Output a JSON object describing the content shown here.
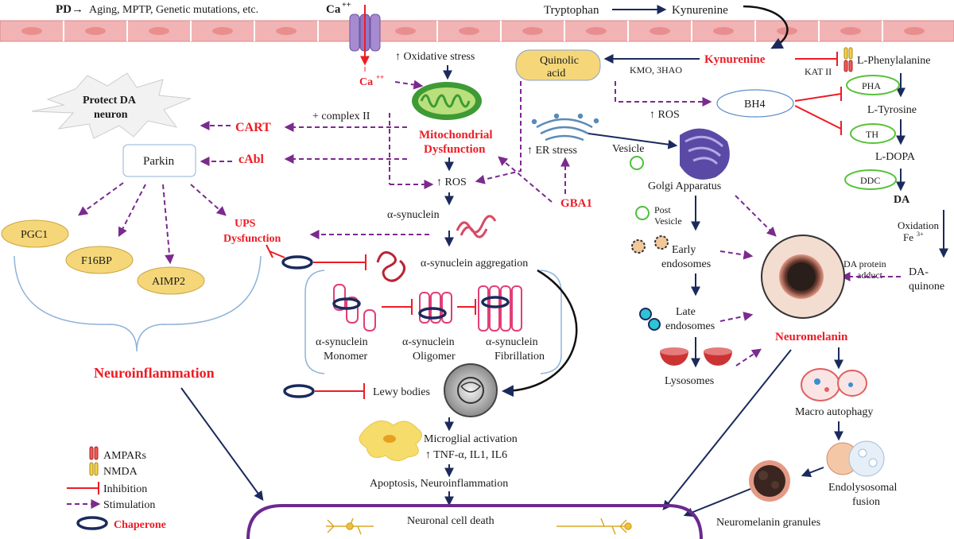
{
  "top": {
    "pd_prefix": "PD→",
    "pd_causes": "Aging, MPTP, Genetic mutations, etc.",
    "ca_top": "Ca",
    "ca_top_sup": "++",
    "tryptophan": "Tryptophan",
    "kynurenine_top": "Kynurenine"
  },
  "upper": {
    "oxidative_stress": "↑ Oxidative stress",
    "quinolic_line1": "Quinolic",
    "quinolic_line2": "acid",
    "kmo": "KMO, 3HAO",
    "kynurenine": "Kynurenine",
    "kat": "KAT II",
    "ca": "Ca",
    "ca_sup": "++",
    "protect_line1": "Protect DA",
    "protect_line2": "neuron",
    "complex2": "+ complex II",
    "cart": "CART",
    "cabl": "cAbl",
    "mito_line1": "Mitochondrial",
    "mito_line2": "Dysfunction",
    "ros_center": "↑ ROS",
    "ros_upper": "↑ ROS",
    "er_stress": "↑ ER stress",
    "vesicle": "Vesicle",
    "gba1": "GBA1",
    "parkin": "Parkin",
    "bh4": "BH4"
  },
  "dopamine": {
    "lphe": "L-Phenylalanine",
    "pha": "PHA",
    "ltyr": "L-Tyrosine",
    "th": "TH",
    "ldopa": "L-DOPA",
    "ddc": "DDC",
    "da": "DA",
    "oxidation": "Oxidation",
    "fe": "Fe",
    "fe_sup": "3+",
    "da_quinone_line1": "DA-",
    "da_quinone_line2": "quinone",
    "adduct_line1": "DA protein",
    "adduct_line2": "adduct"
  },
  "left": {
    "pgc1": "PGC1",
    "f16bp": "F16BP",
    "aimp2": "AIMP2",
    "ups_line1": "UPS",
    "ups_line2": "Dysfunction",
    "neuroinflammation": "Neuroinflammation"
  },
  "center": {
    "asyn": "α-synuclein",
    "aggregation": "α-synuclein aggregation",
    "monomer_line1": "α-synuclein",
    "monomer_line2": "Monomer",
    "oligomer_line1": "α-synuclein",
    "oligomer_line2": "Oligomer",
    "fibril_line1": "α-synuclein",
    "fibril_line2": "Fibrillation",
    "lewy": "Lewy bodies",
    "microglia": "Microglial activation",
    "cytokines": "↑ TNF-α, IL1, IL6",
    "apoptosis": "Apoptosis, Neuroinflammation",
    "cell_death": "Neuronal cell death"
  },
  "right": {
    "golgi": "Golgi Apparatus",
    "post_line1": "Post",
    "post_line2": "Vesicle",
    "early_line1": "Early",
    "early_line2": "endosomes",
    "late_line1": "Late",
    "late_line2": "endosomes",
    "lysosomes": "Lysosomes",
    "neuromelanin": "Neuromelanin",
    "macro": "Macro autophagy",
    "endo_line1": "Endolysosomal",
    "endo_line2": "fusion",
    "granules": "Neuromelanin granules"
  },
  "legend": {
    "ampars": "AMPARs",
    "nmda": "NMDA",
    "inhibition": "Inhibition",
    "stimulation": "Stimulation",
    "chaperone": "Chaperone"
  },
  "colors": {
    "red": "#ee1c25",
    "navy": "#1b2a5c",
    "purple": "#7b2a8e",
    "membrane": "#f2b3b4",
    "mito": "#3e9a35",
    "gold": "#f5d77a"
  }
}
